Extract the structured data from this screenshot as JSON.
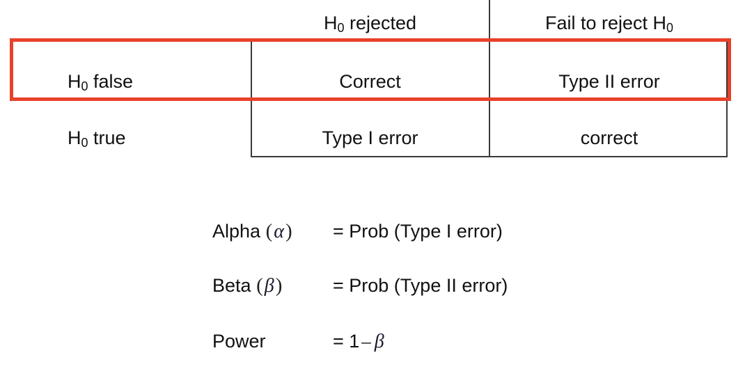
{
  "table": {
    "column_headers": [
      {
        "id": "h0-rejected",
        "text_main": "H",
        "subscript": "0",
        "text_tail": " rejected"
      },
      {
        "id": "fail-to-reject",
        "text_lead": "Fail to reject H",
        "subscript": "0"
      }
    ],
    "row_labels": [
      {
        "id": "h0-false",
        "text_main": "H",
        "subscript": "0",
        "text_tail": " false"
      },
      {
        "id": "h0-true",
        "text_main": "H",
        "subscript": "0",
        "text_tail": " true"
      }
    ],
    "cells": {
      "false_rejected": "Correct",
      "false_fail_to_reject": "Type II error",
      "true_rejected": "Type I error",
      "true_fail_to_reject": "correct"
    },
    "highlight": {
      "row": "H0 false",
      "color": "#e8412a"
    },
    "border_color": "#3a3a3a"
  },
  "formulas": [
    {
      "id": "alpha",
      "label": "Alpha",
      "open_paren": "(",
      "symbol": "α",
      "close_paren": ")",
      "rhs": "= Prob (Type I error)"
    },
    {
      "id": "beta",
      "label": "Beta",
      "open_paren": "(",
      "symbol": "β",
      "close_paren": ")",
      "rhs": "= Prob (Type II error)"
    },
    {
      "id": "power",
      "label": "Power",
      "rhs_prefix": "= 1",
      "minus": "–",
      "symbol": "β"
    }
  ]
}
